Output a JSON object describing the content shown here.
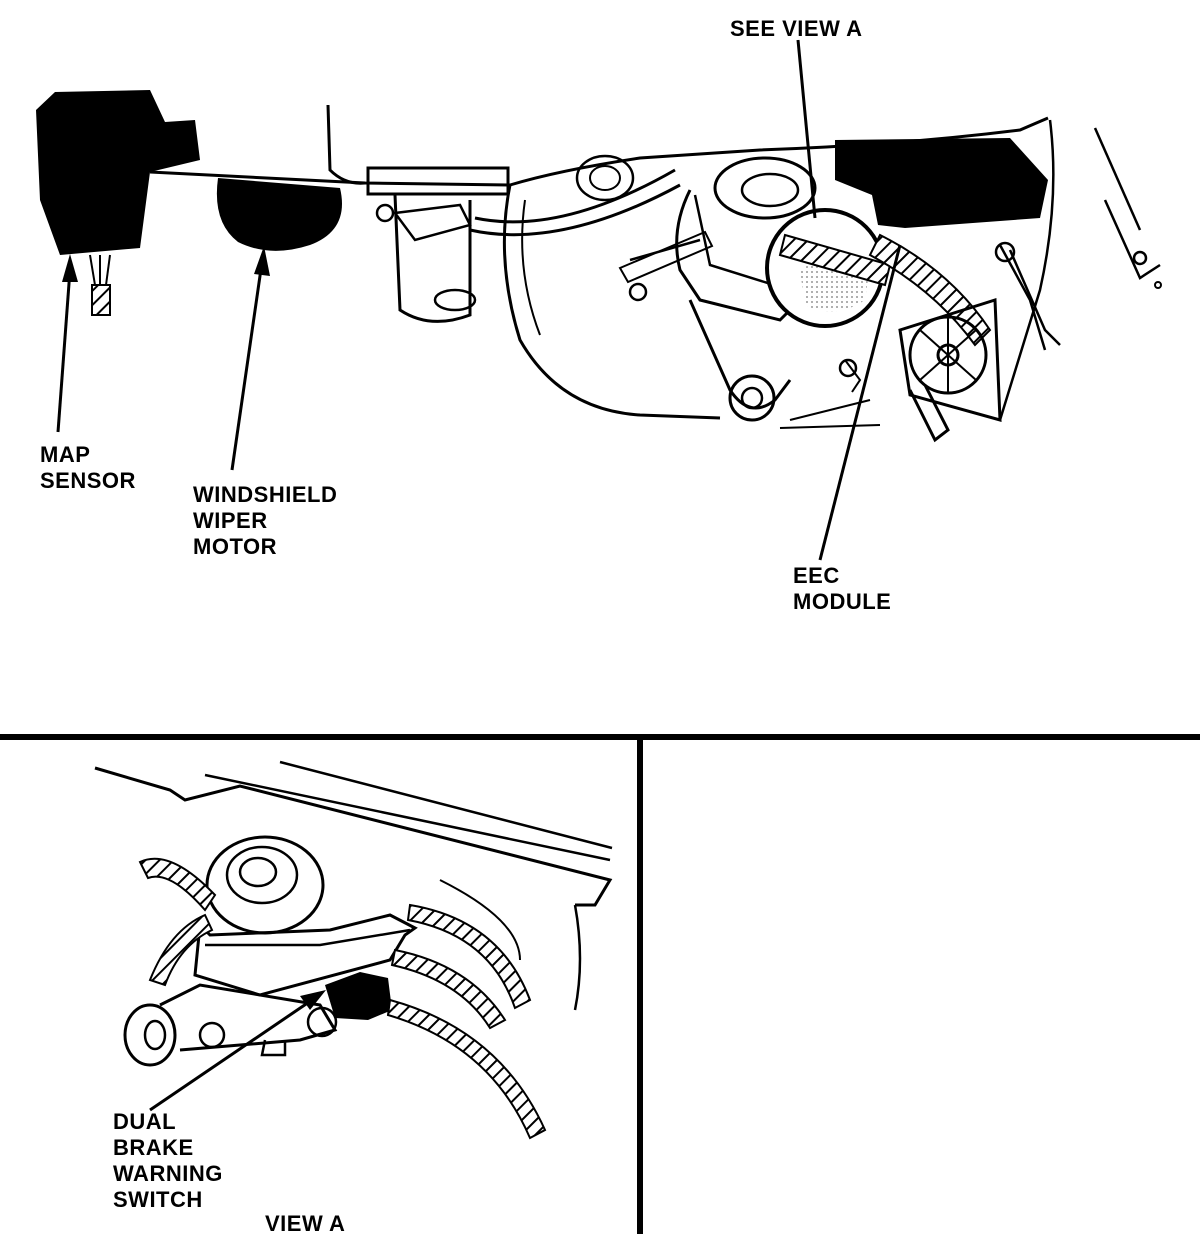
{
  "labels": {
    "see_view_a": "SEE VIEW A",
    "map_sensor": [
      "MAP",
      "SENSOR"
    ],
    "windshield_wiper_motor": [
      "WINDSHIELD",
      "WIPER",
      "MOTOR"
    ],
    "eec_module": [
      "EEC",
      "MODULE"
    ],
    "dual_brake_warning_switch": [
      "DUAL",
      "BRAKE",
      "WARNING",
      "SWITCH"
    ],
    "view_a": "VIEW A"
  },
  "colors": {
    "ink": "#000000",
    "paper": "#ffffff",
    "stipple": "#bbbbbb"
  }
}
